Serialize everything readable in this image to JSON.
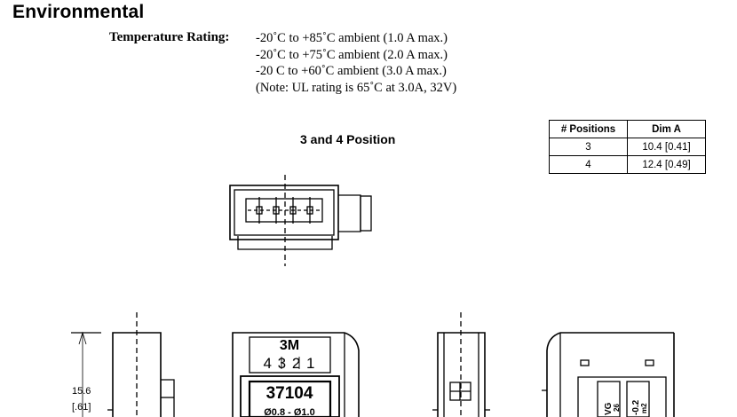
{
  "section": {
    "title": "Environmental"
  },
  "temperature": {
    "label": "Temperature Rating:",
    "lines": [
      "-20˚C to +85˚C ambient  (1.0 A max.)",
      "-20˚C to +75˚C ambient  (2.0 A max.)",
      "-20 C to +60˚C ambient  (3.0 A max.)",
      "(Note:  UL rating is 65˚C at 3.0A, 32V)"
    ]
  },
  "drawing": {
    "subtitle": "3 and 4 Position",
    "brand": "3M",
    "pin_numbers": "4 3 2 1",
    "part_number": "37104",
    "wire_range": "Ø0.8 - Ø1.0",
    "dim_height": "15.6",
    "dim_height_in": "[.61]",
    "side_label_a": "VG",
    "side_label_b": "26",
    "side_label_c": "-0.2",
    "side_label_d": "m2"
  },
  "dimension_table": {
    "headers": [
      "# Positions",
      "Dim A"
    ],
    "rows": [
      [
        "3",
        "10.4 [0.41]"
      ],
      [
        "4",
        "12.4 [0.49]"
      ]
    ]
  }
}
